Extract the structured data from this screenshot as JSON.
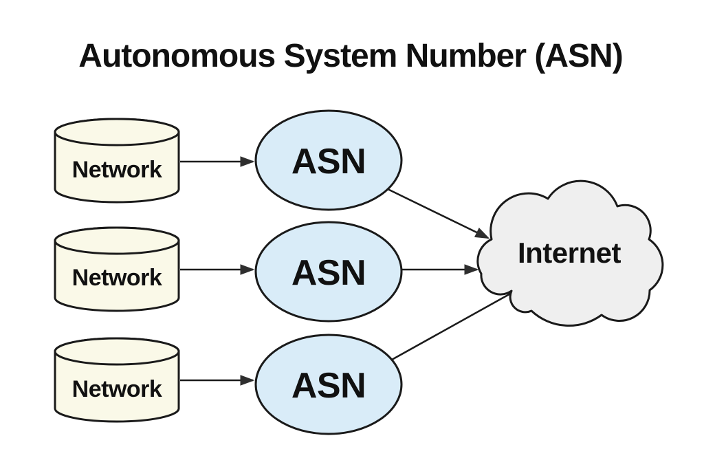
{
  "title": "Autonomous System Number (ASN)",
  "nodes": {
    "networks": [
      "Network",
      "Network",
      "Network"
    ],
    "asns": [
      "ASN",
      "ASN",
      "ASN"
    ],
    "internet": "Internet"
  },
  "connections": [
    {
      "from": "network-1",
      "to": "asn-1",
      "arrowhead": true
    },
    {
      "from": "network-2",
      "to": "asn-2",
      "arrowhead": true
    },
    {
      "from": "network-3",
      "to": "asn-3",
      "arrowhead": true
    },
    {
      "from": "asn-1",
      "to": "internet",
      "arrowhead": true
    },
    {
      "from": "asn-2",
      "to": "internet",
      "arrowhead": true
    },
    {
      "from": "asn-3",
      "to": "internet",
      "arrowhead": false
    }
  ],
  "colors": {
    "background": "#ffffff",
    "network_fill": "#faf9e8",
    "asn_fill": "#d9ecf8",
    "internet_fill": "#efefef",
    "outline": "#1a1a1a",
    "edge": "#1b1b1b",
    "arrowhead": "#2e2e2e",
    "text": "#111111"
  }
}
